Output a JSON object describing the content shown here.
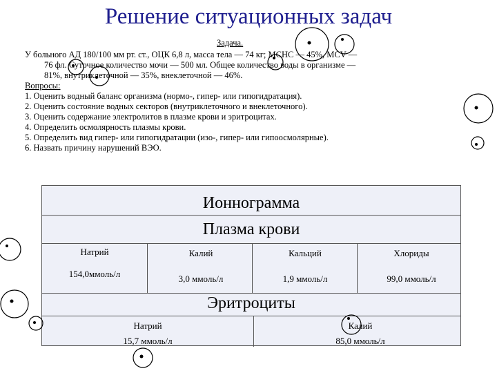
{
  "title": "Решение ситуационных задач",
  "task": {
    "heading": "Задача.",
    "line1": "У больного АД 180/100 мм рт. ст., ОЦК 6,8 л, масса тела — 74 кг; МСНС — 45%, MCV —",
    "line2": "76 фл. Суточное количество мочи — 500 мл. Общее количество воды в организме —",
    "line3": "81%, внутриклеточной — 35%, внеклеточной — 46%.",
    "questions_label": "Вопросы:",
    "questions": [
      "1. Оценить водный баланс организма (нормо-, гипер- или гипогидратация).",
      "2. Оценить состояние водных секторов (внутриклеточного и внеклеточного).",
      "3. Оценить содержание электролитов в плазме крови и эритроцитах.",
      "4. Определить осмолярность плазмы крови.",
      "5. Определить вид гипер- или гипогидратации (изо-, гипер- или гипоосмолярные).",
      "6. Назвать причину нарушений ВЭО."
    ]
  },
  "ionogram": {
    "title": "Ионнограмма",
    "plasma_title": "Плазма крови",
    "plasma": [
      {
        "name": "Натрий",
        "value": "154,0ммоль/л"
      },
      {
        "name": "Калий",
        "value": "3,0 ммоль/л"
      },
      {
        "name": "Кальций",
        "value": "1,9 ммоль/л"
      },
      {
        "name": "Хлориды",
        "value": "99,0 ммоль/л"
      }
    ],
    "erythro_title": "Эритроциты",
    "erythro": [
      {
        "name": "Натрий",
        "value": "15,7 ммоль/л"
      },
      {
        "name": "Калий",
        "value": "85,0 ммоль/л"
      }
    ]
  }
}
